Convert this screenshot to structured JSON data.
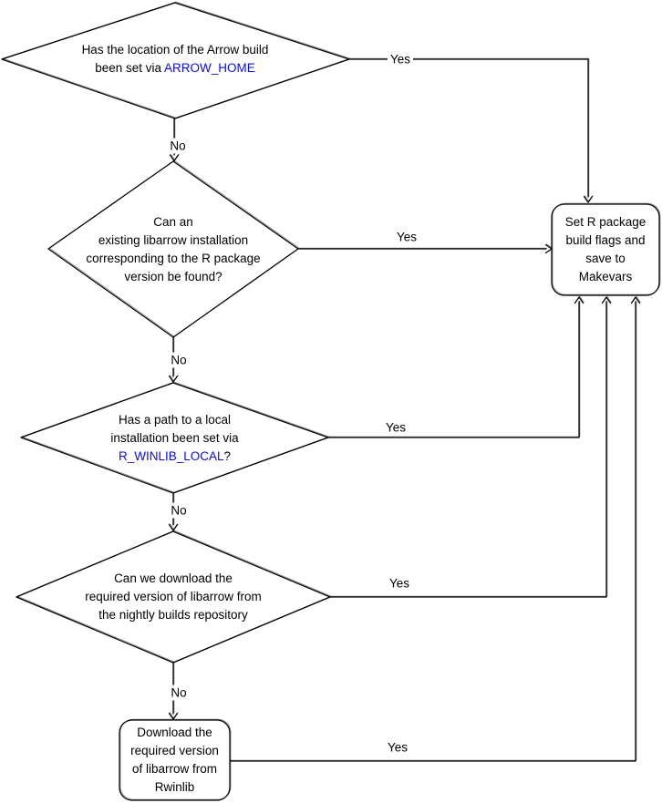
{
  "diagram": {
    "type": "flowchart",
    "colors": {
      "stroke": "#000000",
      "text": "#000000",
      "link_text": "#0B0BEE",
      "background": "#ffffff"
    },
    "nodes": [
      {
        "id": "arrow-home-decision",
        "type": "decision",
        "label_prefix": "Has the location of the Arrow build\nbeen set via ",
        "label_highlight": "ARROW_HOME",
        "label_suffix": ""
      },
      {
        "id": "libarrow-found-decision",
        "type": "decision",
        "label": "Can an\nexisting libarrow installation\ncorresponding to the R package\nversion be found?"
      },
      {
        "id": "rwinlib-local-decision",
        "type": "decision",
        "label_prefix": "Has a path to a local\ninstallation been set via\n",
        "label_highlight": "R_WINLIB_LOCAL",
        "label_suffix": "?"
      },
      {
        "id": "nightly-download-decision",
        "type": "decision",
        "label": "Can we download the\nrequired version of libarrow from\nthe nightly builds repository"
      },
      {
        "id": "set-flags-process",
        "type": "process",
        "label": "Set R package\nbuild flags and\nsave to\nMakevars"
      },
      {
        "id": "download-rwinlib-process",
        "type": "process",
        "label": "Download the\nrequired version\nof libarrow from\nRwinlib"
      }
    ],
    "edges": [
      {
        "from": "arrow-home-decision",
        "to": "set-flags-process",
        "label": "Yes"
      },
      {
        "from": "arrow-home-decision",
        "to": "libarrow-found-decision",
        "label": "No"
      },
      {
        "from": "libarrow-found-decision",
        "to": "set-flags-process",
        "label": "Yes"
      },
      {
        "from": "libarrow-found-decision",
        "to": "rwinlib-local-decision",
        "label": "No"
      },
      {
        "from": "rwinlib-local-decision",
        "to": "set-flags-process",
        "label": "Yes"
      },
      {
        "from": "rwinlib-local-decision",
        "to": "nightly-download-decision",
        "label": "No"
      },
      {
        "from": "nightly-download-decision",
        "to": "set-flags-process",
        "label": "Yes"
      },
      {
        "from": "nightly-download-decision",
        "to": "download-rwinlib-process",
        "label": "No"
      },
      {
        "from": "download-rwinlib-process",
        "to": "set-flags-process",
        "label": "Yes"
      }
    ]
  }
}
